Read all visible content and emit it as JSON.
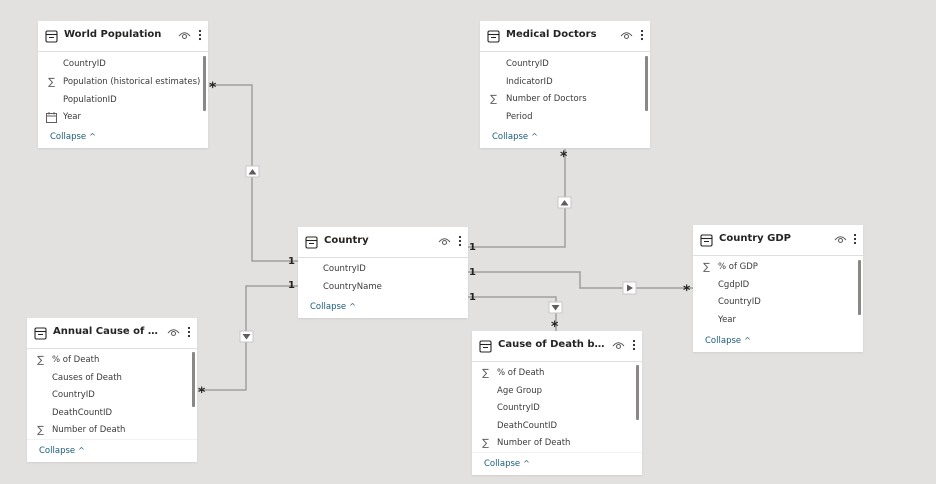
{
  "tables": {
    "world_population": {
      "title": "World Population",
      "fields": [
        "CountryID",
        "Population (historical estimates)",
        "PopulationID",
        "Year"
      ],
      "field_icons": [
        "",
        "sigma-icon",
        "",
        "calendar-icon"
      ],
      "collapse": "Collapse"
    },
    "medical_doctors": {
      "title": "Medical Doctors",
      "fields": [
        "CountryID",
        "IndicatorID",
        "Number of Doctors",
        "Period"
      ],
      "field_icons": [
        "",
        "",
        "sigma-icon",
        ""
      ],
      "collapse": "Collapse"
    },
    "country": {
      "title": "Country",
      "fields": [
        "CountryID",
        "CountryName"
      ],
      "collapse": "Collapse"
    },
    "country_gdp": {
      "title": "Country GDP",
      "fields": [
        "% of GDP",
        "CgdpID",
        "CountryID",
        "Year"
      ],
      "field_icons": [
        "sigma-icon",
        "",
        "",
        ""
      ],
      "collapse": "Collapse"
    },
    "annual_cause_of_death": {
      "title": "Annual Cause of Death",
      "fields": [
        "% of Death",
        "Causes of Death",
        "CountryID",
        "DeathCountID",
        "Number of Death"
      ],
      "field_icons": [
        "sigma-icon",
        "",
        "",
        "",
        "sigma-icon"
      ],
      "collapse": "Collapse"
    },
    "cause_of_death_by_age": {
      "title": "Cause of Death by Ag...",
      "fields": [
        "% of Death",
        "Age Group",
        "CountryID",
        "DeathCountID",
        "Number of Death"
      ],
      "field_icons": [
        "sigma-icon",
        "",
        "",
        "",
        "sigma-icon"
      ],
      "collapse": "Collapse"
    }
  },
  "cardinality": {
    "one": "1",
    "many": "*"
  },
  "icons": {
    "sigma": "∑",
    "collapse_chevron": "^"
  },
  "colors": {
    "canvas": "#e3e1df",
    "card": "#ffffff",
    "link": "#1a5c7a",
    "line": "#8a8886"
  }
}
